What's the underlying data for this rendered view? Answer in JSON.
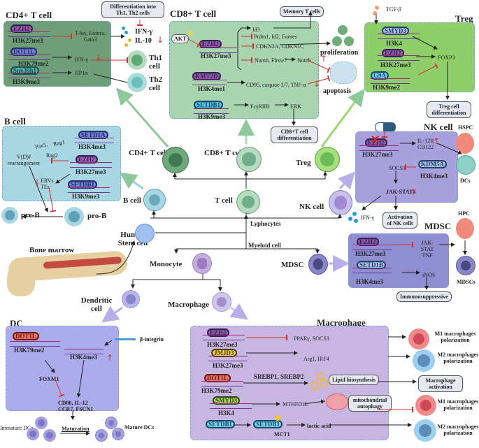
{
  "central": {
    "human_stem_cell": "Human Stem cell",
    "bone_marrow": "Bone marrow",
    "lymphocytes": "Lyphocytes",
    "myeloid": "Myeloid cell",
    "t_cell": "T cell",
    "b_cell": "B cell",
    "nk_cell": "NK cell",
    "cd4_cell": "CD4+ T cell",
    "cd8_cell": "CD8+ T cell",
    "treg_cell": "Treg",
    "monocyte": "Monocyte",
    "mdsc": "MDSC",
    "dendritic": "Dendritic cell",
    "macrophage": "Macrophage"
  },
  "cd4": {
    "title": "CD4+ T cell",
    "diff_box": "Differentiation into Th1, Th2 cells",
    "rows": [
      {
        "enzyme": "EZH2",
        "mark": "H3K27me3",
        "target": "T-bet, Eomes, Gata3"
      },
      {
        "enzyme": "DOT1L",
        "mark": "H3K79me2",
        "target": "IFN-γ"
      },
      {
        "enzyme": "Suv39h1",
        "mark": "H3K9me3",
        "target": "HP1α"
      }
    ],
    "cytokines": [
      "IFN-γ",
      "IL-10"
    ],
    "th1": "Th1 cell",
    "th2": "Th2 cell"
  },
  "cd8": {
    "title": "CD8+ T cell",
    "akt": "AKT",
    "memory": "Memory T cells",
    "rows": [
      {
        "enzyme": "EZH2",
        "mark": "H3K27me3"
      },
      {
        "enzyme": "KMT2D",
        "mark": "H3K4me1"
      },
      {
        "enzyme": "SETDB1",
        "mark": "H3K9me3"
      }
    ],
    "targets": [
      "Id3",
      "Prdm1, Id2, Eomes",
      "CDKN2A, CDKN1C",
      "Numb, Fbxw7",
      "Notch",
      "CD95, caspase 3/7, TNF-α",
      "FcγRIIB",
      "ERK"
    ],
    "proliferation": "proliferation",
    "apoptosis": "apoptosis",
    "diff_box": "CD8+T cell differentiation"
  },
  "treg": {
    "title": "Treg",
    "tgf": "TGF-β",
    "rows": [
      {
        "enzyme": "SMYD3",
        "mark": "H3K4"
      },
      {
        "enzyme": "EZH2",
        "mark": "H3K27me3"
      },
      {
        "enzyme": "G9A",
        "mark": "H3K9me2"
      }
    ],
    "foxp3": "FOXP3",
    "diff_box": "Treg cell differentiation"
  },
  "bcell": {
    "title": "B cell",
    "rows": [
      {
        "enzyme": "SETD1A",
        "mark": "H3K4me3"
      },
      {
        "enzyme": "EZH2",
        "mark": "H3K27me3"
      },
      {
        "enzyme": "SETDB1",
        "mark": "H3K9me3"
      }
    ],
    "pax5": "Pax5,",
    "rag1": "Rag1",
    "rag2": "Rag2",
    "vdj": "V(D)J rearrangement",
    "ervs": "ERVs TEs",
    "pre_b": "pre-B",
    "pro_b": "pro-B"
  },
  "nk": {
    "title": "NK cell",
    "hspc": "HSPC",
    "enzyme1": "EZH2",
    "mark1": "H3K27me3",
    "il12r": "IL-12R CD122",
    "enzyme2": "KDM5A",
    "mark2": "H3K4me3",
    "socs1": "SOCS1",
    "jak": "JAK-STAT4",
    "dcs": "DCs",
    "ifn": "IFN-γ",
    "activation": "Activation of NK cells"
  },
  "mdsc": {
    "title": "MDSC",
    "hpc": "HPC",
    "rows": [
      {
        "enzyme": "EZH2",
        "mark": "H3K27me3",
        "target": "JAK-STAT TNF"
      },
      {
        "enzyme": "SETD1B",
        "mark": "H3K4me3",
        "target": "iNOS"
      }
    ],
    "mdscs": "MDSCs",
    "immuno": "Immunosuppressive"
  },
  "dc": {
    "title": "DC",
    "enzyme": "DOT1L",
    "mark1": "H3K79me2",
    "mark2": "H3K4me3",
    "integrin": "β-integrin",
    "foxm1": "FOXM1",
    "targets": "CD86, IL-12 CCR7, FSCN1",
    "immature": "Immature DCs",
    "maturation": "Maturation",
    "mature": "Mature DCs"
  },
  "macrophage": {
    "title": "Macrophage",
    "rows": [
      {
        "enzyme": "EZH2",
        "mark": "H3K27me3",
        "target": "PPARγ,  SOCS3",
        "outcome": "M1 macrophages polarization"
      },
      {
        "enzyme": "JMJD3",
        "mark": "H3K27me3",
        "target": "Arg1,  IRF4",
        "outcome": "M2 macrophages polarization"
      },
      {
        "enzyme": "DOT1L",
        "mark": "H3K79me2",
        "target": "SREBP1, SREBP2",
        "mid": "Lipid biosynthesis",
        "outcome": "Macrophage activation"
      },
      {
        "enzyme": "SMYD3",
        "mark": "H3K4",
        "target": "MTHFD1L",
        "mid": "mitochondrial autophagy",
        "outcome": "M1 macrophages polarization"
      },
      {
        "enzyme": "SETDB1",
        "mark": "MCT1",
        "target": "lactic acid",
        "outcome": "M2 macrophages polarization"
      }
    ]
  }
}
